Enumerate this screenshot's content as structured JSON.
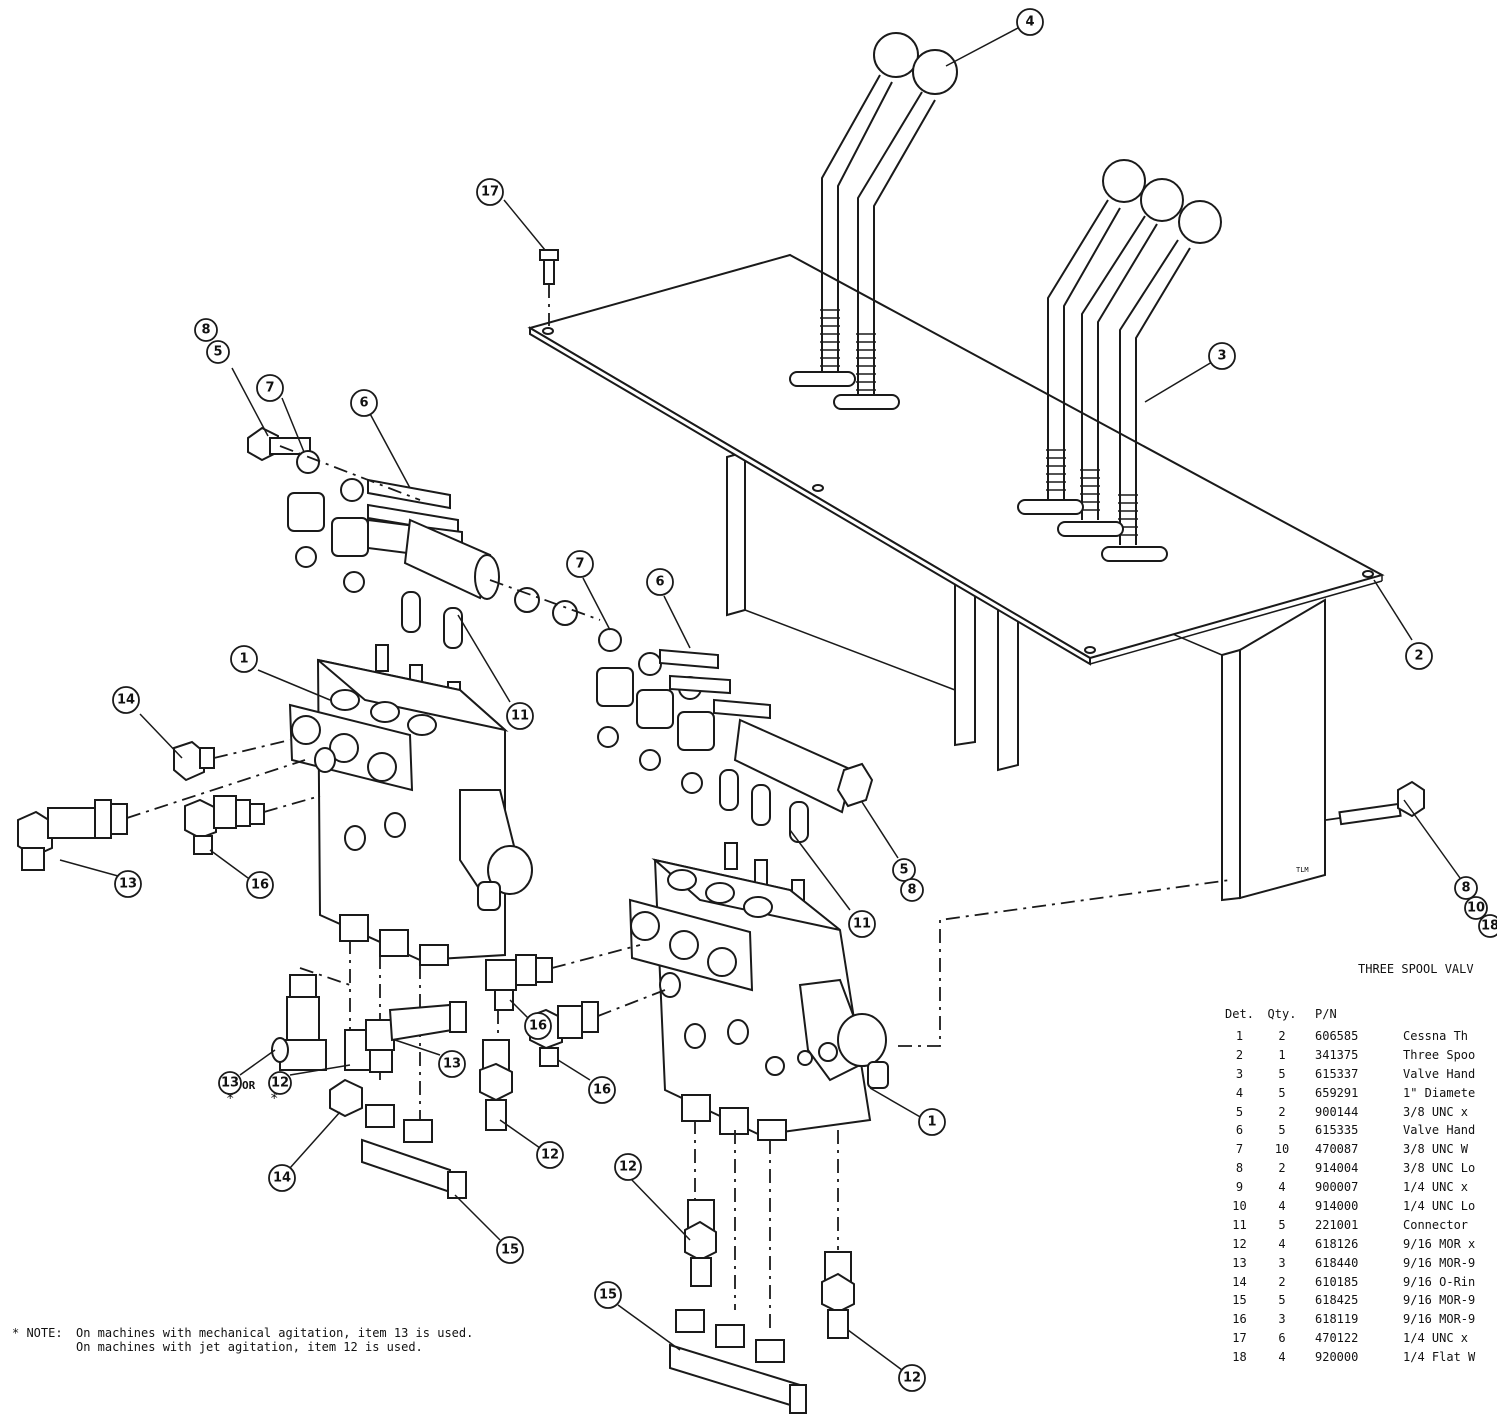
{
  "balloons": [
    {
      "label": "4"
    },
    {
      "label": "3"
    },
    {
      "label": "2"
    },
    {
      "label": "17"
    },
    {
      "label": "8"
    },
    {
      "label": "5"
    },
    {
      "label": "7"
    },
    {
      "label": "6"
    },
    {
      "label": "7"
    },
    {
      "label": "6"
    },
    {
      "label": "1"
    },
    {
      "label": "11"
    },
    {
      "label": "14"
    },
    {
      "label": "13"
    },
    {
      "label": "16"
    },
    {
      "label": "5"
    },
    {
      "label": "8"
    },
    {
      "label": "11"
    },
    {
      "label": "8"
    },
    {
      "label": "10"
    },
    {
      "label": "18"
    },
    {
      "label": "13"
    },
    {
      "label": "12"
    },
    {
      "label": "13"
    },
    {
      "label": "16"
    },
    {
      "label": "16"
    },
    {
      "label": "12"
    },
    {
      "label": "14"
    },
    {
      "label": "15"
    },
    {
      "label": "12"
    },
    {
      "label": "15"
    },
    {
      "label": "12"
    },
    {
      "label": "1"
    }
  ],
  "or_text": "OR",
  "asterisk": "*",
  "plate_tag": "TLM",
  "bom": {
    "title": "THREE SPOOL VALV",
    "headers": {
      "det": "Det.",
      "qty": "Qty.",
      "pn": "P/N",
      "desc": ""
    },
    "rows": [
      {
        "det": "1",
        "qty": "2",
        "pn": "606585",
        "desc": "Cessna Th"
      },
      {
        "det": "2",
        "qty": "1",
        "pn": "341375",
        "desc": "Three Spoo"
      },
      {
        "det": "3",
        "qty": "5",
        "pn": "615337",
        "desc": "Valve Hand"
      },
      {
        "det": "4",
        "qty": "5",
        "pn": "659291",
        "desc": "1\" Diamete"
      },
      {
        "det": "5",
        "qty": "2",
        "pn": "900144",
        "desc": "3/8 UNC x"
      },
      {
        "det": "6",
        "qty": "5",
        "pn": "615335",
        "desc": "Valve Hand"
      },
      {
        "det": "7",
        "qty": "10",
        "pn": "470087",
        "desc": "3/8 UNC W"
      },
      {
        "det": "8",
        "qty": "2",
        "pn": "914004",
        "desc": "3/8 UNC Lo"
      },
      {
        "det": "9",
        "qty": "4",
        "pn": "900007",
        "desc": "1/4 UNC x"
      },
      {
        "det": "10",
        "qty": "4",
        "pn": "914000",
        "desc": "1/4 UNC Lo"
      },
      {
        "det": "11",
        "qty": "5",
        "pn": "221001",
        "desc": "Connector"
      },
      {
        "det": "12",
        "qty": "4",
        "pn": "618126",
        "desc": "9/16 MOR x"
      },
      {
        "det": "13",
        "qty": "3",
        "pn": "618440",
        "desc": "9/16 MOR-9"
      },
      {
        "det": "14",
        "qty": "2",
        "pn": "610185",
        "desc": "9/16 O-Rin"
      },
      {
        "det": "15",
        "qty": "5",
        "pn": "618425",
        "desc": "9/16 MOR-9"
      },
      {
        "det": "16",
        "qty": "3",
        "pn": "618119",
        "desc": "9/16 MOR-9"
      },
      {
        "det": "17",
        "qty": "6",
        "pn": "470122",
        "desc": "1/4 UNC x"
      },
      {
        "det": "18",
        "qty": "4",
        "pn": "920000",
        "desc": "1/4 Flat W"
      }
    ]
  },
  "note": {
    "label": "* NOTE:",
    "line1": "On machines with mechanical agitation, item 13 is used.",
    "line2": "On machines with jet agitation, item 12 is used."
  }
}
